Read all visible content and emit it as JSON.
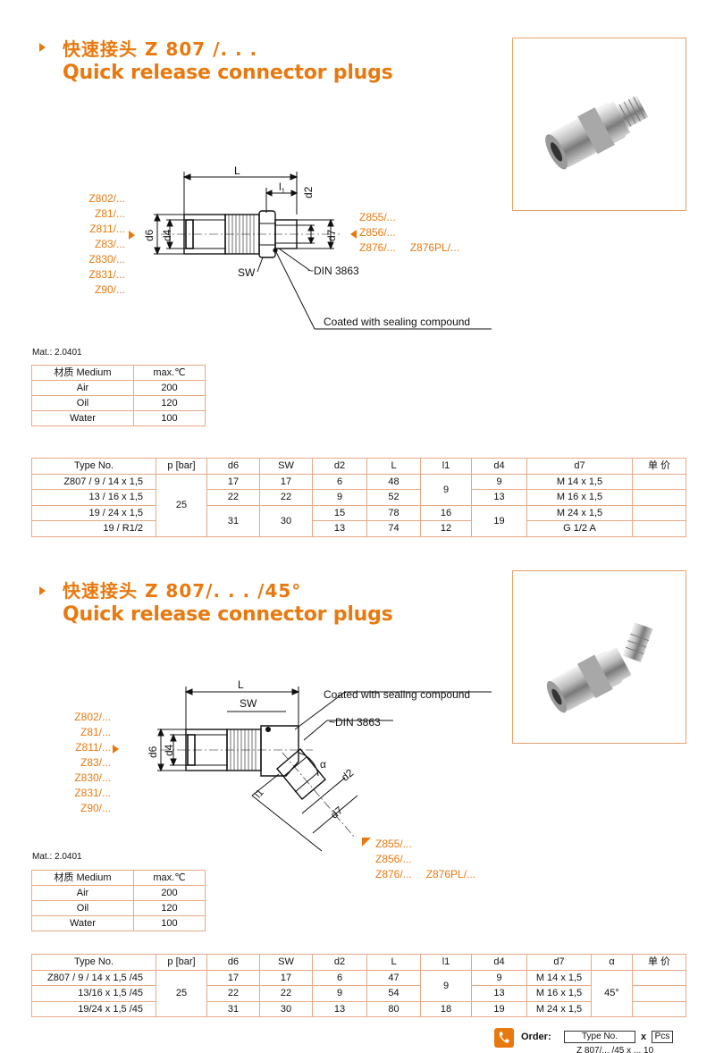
{
  "section1": {
    "title_zh": "快速接头 Z 807 /. . .",
    "title_en": "Quick release connector plugs",
    "left_refs": [
      "Z802/...",
      "Z81/...",
      "Z811/...",
      "Z83/...",
      "Z830/...",
      "Z831/...",
      "Z90/..."
    ],
    "right_refs": [
      "Z855/...",
      "Z856/...",
      "Z876/...",
      "Z876PL/..."
    ],
    "dim_labels": {
      "L": "L",
      "l1": "l",
      "l1_sub": "1",
      "d2": "d2",
      "d6": "d6",
      "d4": "d4",
      "d7": "d7",
      "sw": "SW",
      "din": "~DIN 3863",
      "coated": "Coated with sealing compound"
    },
    "mat": "Mat.: 2.0401",
    "medium_table": {
      "headers": [
        "材质 Medium",
        "max.℃"
      ],
      "rows": [
        [
          "Air",
          "200"
        ],
        [
          "Oil",
          "120"
        ],
        [
          "Water",
          "100"
        ]
      ]
    },
    "type_table": {
      "headers": [
        "Type No.",
        "p [bar]",
        "d6",
        "SW",
        "d2",
        "L",
        "l1",
        "d4",
        "d7",
        "单 价"
      ],
      "type_nos": [
        "Z807 / 9 / 14 x 1,5",
        "13 / 16 x 1,5",
        "19 / 24 x 1,5",
        "19 / R1/2"
      ],
      "pressure": "25",
      "d6": [
        "17",
        "22",
        "31"
      ],
      "sw": [
        "17",
        "22",
        "30"
      ],
      "d2": [
        "6",
        "9",
        "15",
        "13"
      ],
      "L": [
        "48",
        "52",
        "78",
        "74"
      ],
      "l1": [
        "9",
        "16",
        "12"
      ],
      "d4": [
        "9",
        "13",
        "19"
      ],
      "d7": [
        "M 14 x 1,5",
        "M 16 x 1,5",
        "M 24 x 1,5",
        "G 1/2 A"
      ]
    }
  },
  "section2": {
    "title_zh": "快速接头 Z 807/. . . /45°",
    "title_en": "Quick release connector plugs",
    "left_refs": [
      "Z802/...",
      "Z81/...",
      "Z811/...",
      "Z83/...",
      "Z830/...",
      "Z831/...",
      "Z90/..."
    ],
    "right_refs": [
      "Z855/...",
      "Z856/...",
      "Z876/...",
      "Z876PL/..."
    ],
    "dim_labels": {
      "L": "L",
      "sw": "SW",
      "coated": "Coated with sealing compound",
      "din": "~DIN 3863",
      "d6": "d6",
      "d4": "d4",
      "alpha": "α",
      "l1": "l1",
      "d2": "d2",
      "d7": "d7"
    },
    "mat": "Mat.: 2.0401",
    "medium_table": {
      "headers": [
        "材质 Medium",
        "max.℃"
      ],
      "rows": [
        [
          "Air",
          "200"
        ],
        [
          "Oil",
          "120"
        ],
        [
          "Water",
          "100"
        ]
      ]
    },
    "type_table": {
      "headers": [
        "Type No.",
        "p [bar]",
        "d6",
        "SW",
        "d2",
        "L",
        "l1",
        "d4",
        "d7",
        "α",
        "单 价"
      ],
      "type_nos": [
        "Z807 / 9 / 14 x 1,5 /45",
        "13/16 x 1,5 /45",
        "19/24 x 1,5 /45"
      ],
      "pressure": "25",
      "d6": [
        "17",
        "22",
        "31"
      ],
      "sw": [
        "17",
        "22",
        "30"
      ],
      "d2": [
        "6",
        "9",
        "13"
      ],
      "L": [
        "47",
        "54",
        "80"
      ],
      "l1": [
        "9",
        "18"
      ],
      "d4": [
        "9",
        "13",
        "19"
      ],
      "d7": [
        "M 14 x 1,5",
        "M 16 x 1,5",
        "M 24 x 1,5"
      ],
      "alpha": "45°"
    }
  },
  "order": {
    "label": "Order:",
    "type_box": "Type No.",
    "x": "x",
    "pcs_box": "Pcs",
    "example": "Z 807/... /45 x ... 10"
  },
  "colors": {
    "accent": "#e8790f",
    "table_border": "#e7a985",
    "photo_border": "#e8a06a"
  }
}
